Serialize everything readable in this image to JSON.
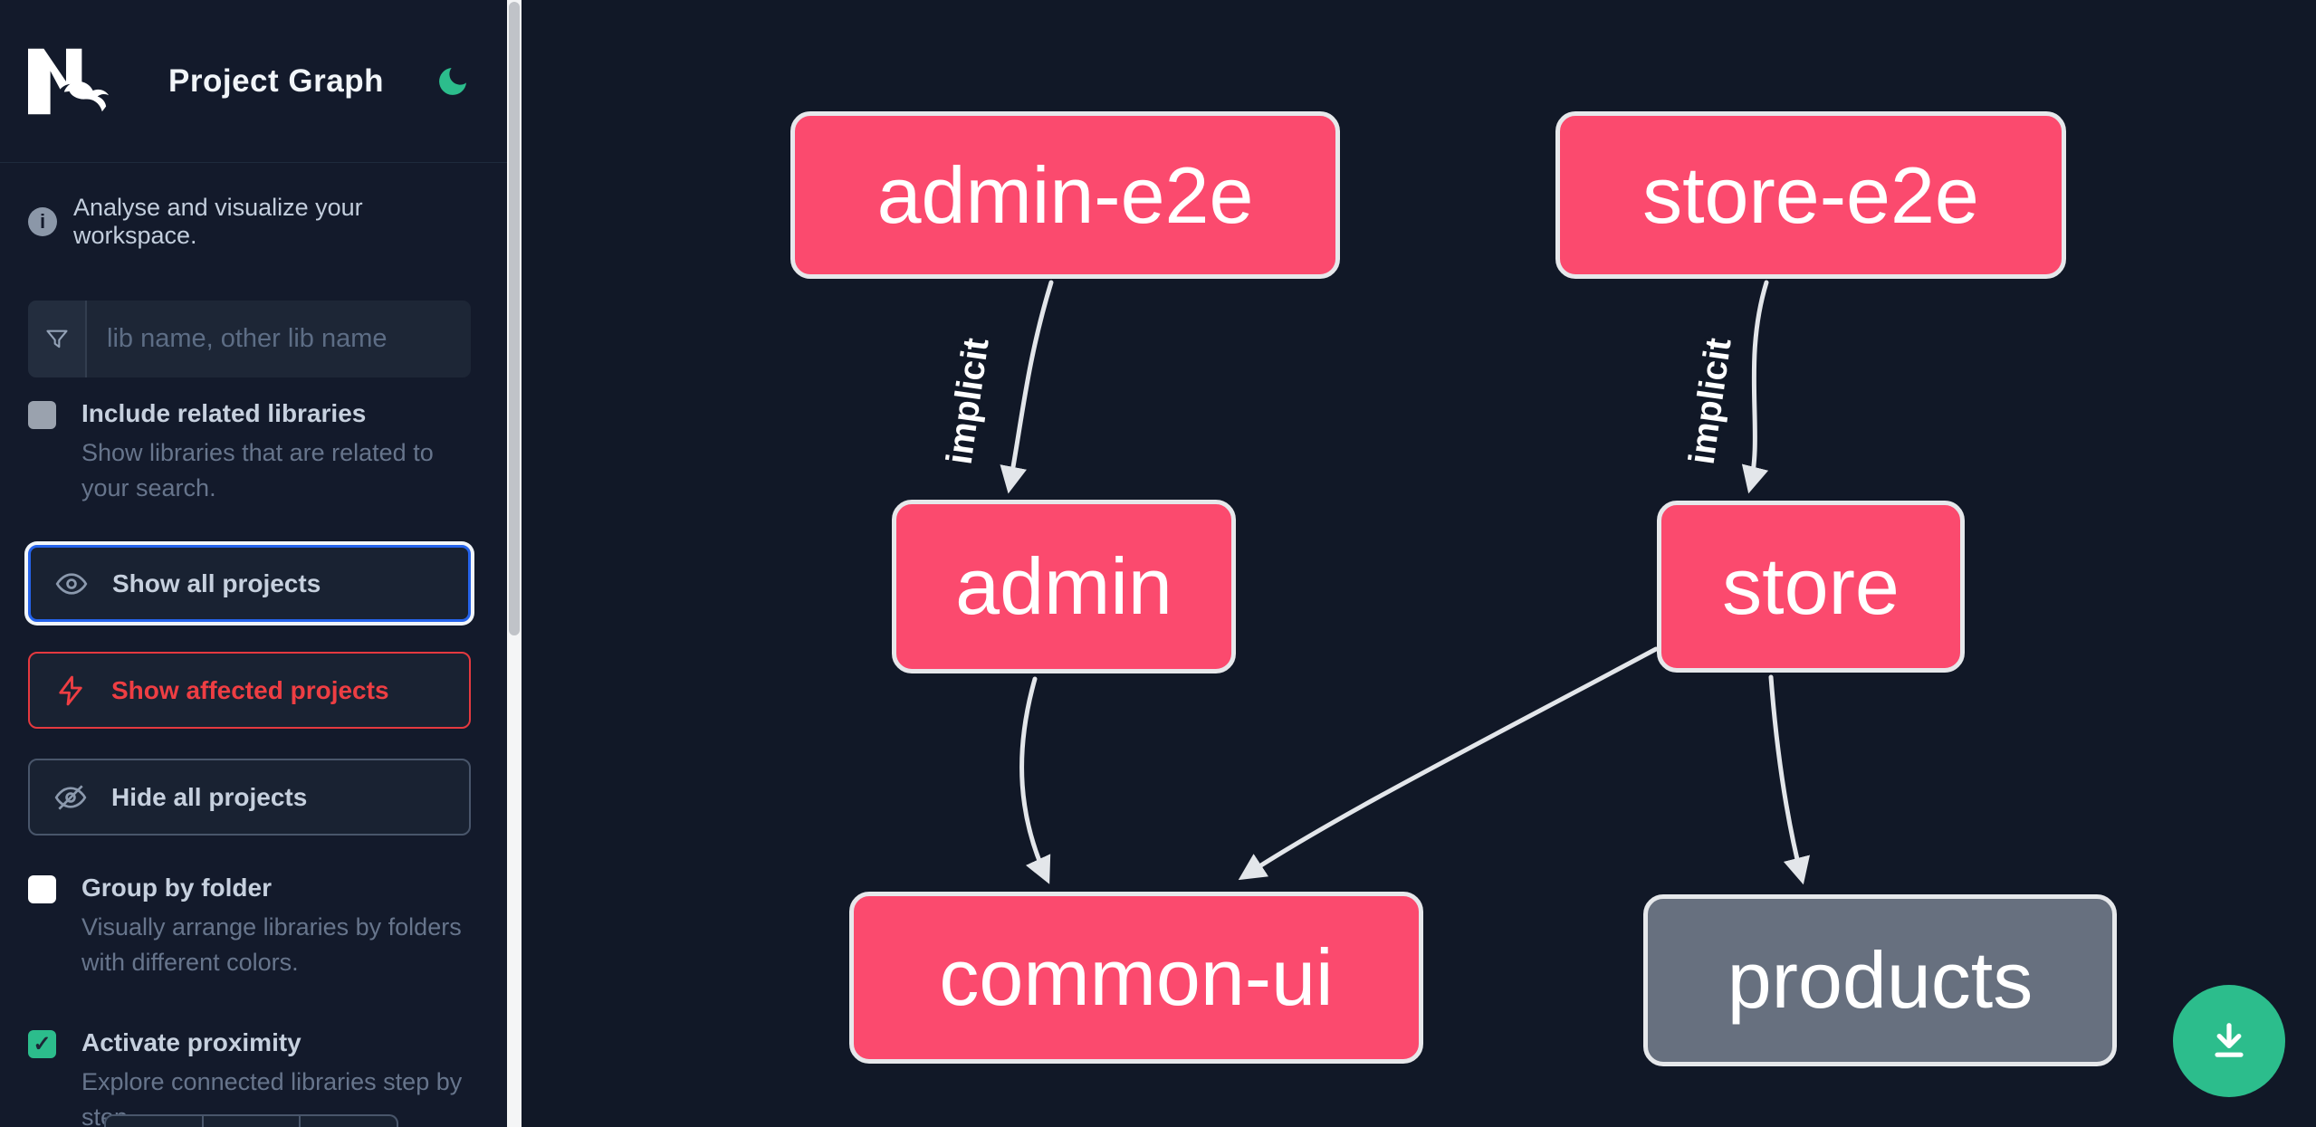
{
  "app": {
    "title": "Project Graph",
    "logo_icon": "nx-logo",
    "theme_toggle_icon": "moon-icon"
  },
  "sidebar": {
    "tagline": "Analyse and visualize your workspace.",
    "search": {
      "placeholder": "lib name, other lib name",
      "value": "",
      "icon": "filter-funnel-icon"
    },
    "options": [
      {
        "label": "Include related libraries",
        "description": "Show libraries that are related to your search.",
        "checked": false
      },
      {
        "label": "Group by folder",
        "description": "Visually arrange libraries by folders with different colors.",
        "checked": false
      },
      {
        "label": "Activate proximity",
        "description": "Explore connected libraries step by step.",
        "checked": true
      }
    ],
    "actions": [
      {
        "label": "Show all projects",
        "icon": "eye-icon",
        "state": "focused"
      },
      {
        "label": "Show affected projects",
        "icon": "bolt-icon",
        "state": "affected"
      },
      {
        "label": "Hide all projects",
        "icon": "eye-off-icon",
        "state": "default"
      }
    ],
    "proximity_stepper": {
      "segments": 3,
      "visibility": "partially-cut-off"
    }
  },
  "graph": {
    "nodes": [
      {
        "id": "admin-e2e",
        "label": "admin-e2e",
        "status": "affected"
      },
      {
        "id": "store-e2e",
        "label": "store-e2e",
        "status": "affected"
      },
      {
        "id": "admin",
        "label": "admin",
        "status": "affected"
      },
      {
        "id": "store",
        "label": "store",
        "status": "affected"
      },
      {
        "id": "common-ui",
        "label": "common-ui",
        "status": "affected"
      },
      {
        "id": "products",
        "label": "products",
        "status": "unaffected"
      }
    ],
    "edges": [
      {
        "from": "admin-e2e",
        "to": "admin",
        "label": "implicit"
      },
      {
        "from": "store-e2e",
        "to": "store",
        "label": "implicit"
      },
      {
        "from": "admin",
        "to": "common-ui",
        "label": ""
      },
      {
        "from": "store",
        "to": "common-ui",
        "label": ""
      },
      {
        "from": "store",
        "to": "products",
        "label": ""
      }
    ]
  },
  "fab": {
    "icon": "download-icon"
  },
  "colors": {
    "affected_node": "#fb4a6e",
    "unaffected_node": "#67707f",
    "node_border": "#e6e8eb",
    "edge": "#e3e6ea",
    "focus_ring_blue": "#2563eb",
    "affected_red": "#e5393f",
    "accent_green": "#2cbd8c",
    "canvas_bg": "#111827",
    "sidebar_bg": "#131a2b"
  }
}
